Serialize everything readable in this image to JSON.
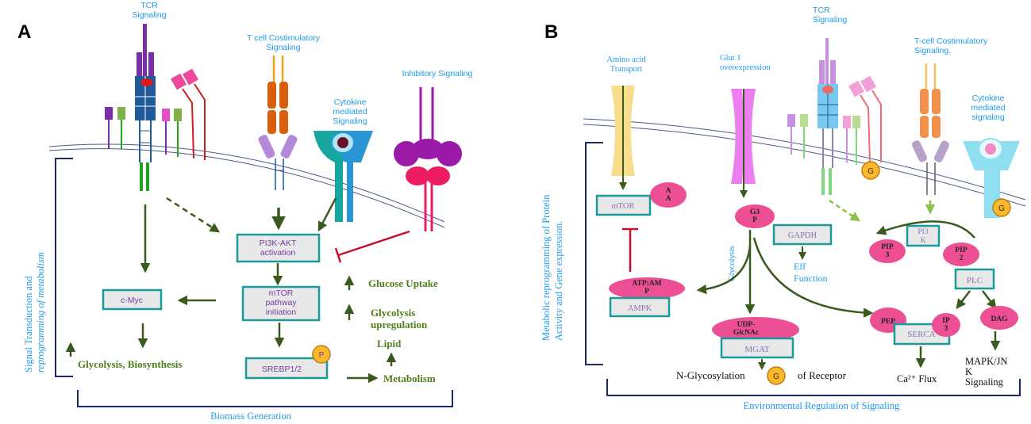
{
  "colors": {
    "blue_label": "#1f9bea",
    "green_label": "#4f7f1c",
    "purple_text": "#7a3aa0",
    "arrow_dark": "#3b5a1e",
    "inhibit_red": "#c8102e",
    "box_border": "#1a9a9a",
    "box_fill": "#e8e8e8",
    "pink_ellipse": "#ec4f93",
    "bracket_navy": "#1c2a6b"
  },
  "panel_a": {
    "letter": "A",
    "tcr": "TCR\nSignaling",
    "costim": "T cell Costimulatory\nSignaling",
    "cytokine": "Cytokine\nmediated\nSignaling",
    "inhibitory": "Inhibitory  Signaling",
    "side_label_1": "Signal Transduction  and",
    "side_label_2": "reprogramming  of metabolism",
    "pi3k": "PI3K-AKT\nactivation",
    "mtor": "mTOR\npathway\ninitiation",
    "srebp": "SREBP1/2",
    "p_badge": "P",
    "cmyc": "c-Myc",
    "glucose_uptake": "Glucose Uptake",
    "glycolysis_up": "Glycolysis\nupregulation",
    "lipid": "Lipid",
    "metabolism": "Metabolism",
    "glyco_bio": "Glycolysis, Biosynthesis",
    "bottom_label": "Biomass Generation"
  },
  "panel_b": {
    "letter": "B",
    "amino": "Amino  acid\nTransport",
    "glut": "Glut 1\noverexpression",
    "tcr": "TCR\nSignaling",
    "costim": "T-cell Costimulatory\nSignaling.",
    "cytokine": "Cytokine\nmediated\nsignaling",
    "side_label_1": "Metabolic reprogramming  of Protein",
    "side_label_2": "Activity and Gene expression.",
    "mtor": "mTOR",
    "aa": "A\nA",
    "atp_amp": "ATP:AM\nP",
    "ampk": "AMPK",
    "g3p": "G3\nP",
    "glycolysis": "Glycolysis",
    "gapdh": "GAPDH",
    "eff_function": "Eff\nFunction",
    "udp": "UDP-\nGlcNAc",
    "mgat": "MGAT",
    "n_glyco": "N-Glycosylation",
    "g_badge": "G",
    "of_receptor": "of Receptor",
    "pi3k": "PI3\nK",
    "pip3": "PIP\n3",
    "pip2": "PIP\n2",
    "plc": "PLC",
    "pep": "PEP",
    "ip3": "IP\n3",
    "serca": "SERCA",
    "dag": "DAG",
    "ca_flux": "Ca²⁺ Flux",
    "mapk": "MAPK/JN\nK\nSignaling",
    "bottom_label": "Environmental  Regulation  of Signaling"
  }
}
